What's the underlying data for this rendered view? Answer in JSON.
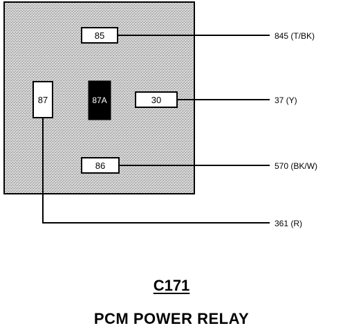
{
  "relay": {
    "pins": {
      "p85": "85",
      "p87a": "87A",
      "p30": "30",
      "p87": "87",
      "p86": "86"
    },
    "colors": {
      "body_fill": "#c8c8c8",
      "body_stroke": "#000000",
      "pin_box_fill": "#ffffff",
      "solid_pin_fill": "#000000",
      "wire": "#000000"
    }
  },
  "wires": {
    "w85": "845 (T/BK)",
    "w30": "37 (Y)",
    "w86": "570 (BK/W)",
    "w87": "361 (R)"
  },
  "caption": {
    "connector_id": "C171",
    "component_name": "PCM POWER RELAY"
  }
}
